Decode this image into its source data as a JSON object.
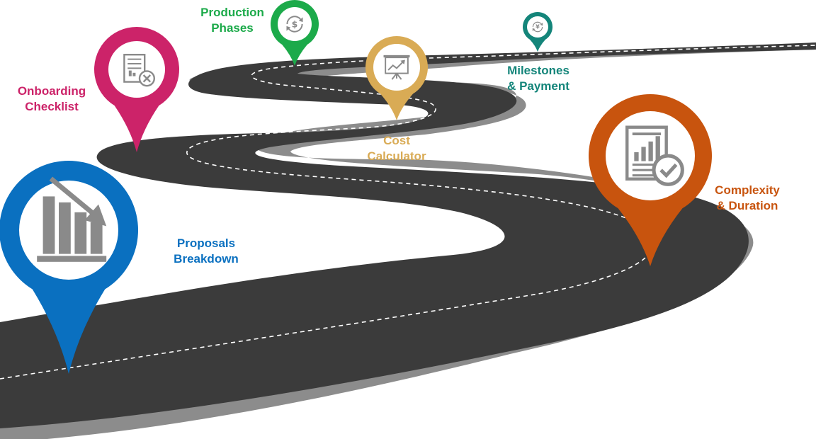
{
  "milestones": [
    {
      "id": "proposals",
      "line1": "Proposals",
      "line2": "Breakdown",
      "color": "#0A70C0",
      "icon": "declining-bar-chart-icon"
    },
    {
      "id": "onboarding",
      "line1": "Onboarding",
      "line2": "Checklist",
      "color": "#CC2369",
      "icon": "document-cancel-icon"
    },
    {
      "id": "production",
      "line1": "Production",
      "line2": "Phases",
      "color": "#1CAA4A",
      "icon": "dollar-cycle-icon"
    },
    {
      "id": "cost",
      "line1": "Cost",
      "line2": "Calculator",
      "color": "#D9AB55",
      "icon": "presentation-growth-icon"
    },
    {
      "id": "milestones",
      "line1": "Milestones",
      "line2": "& Payment",
      "color": "#14857A",
      "icon": "yen-cycle-icon"
    },
    {
      "id": "complexity",
      "line1": "Complexity",
      "line2": "& Duration",
      "color": "#C8540E",
      "icon": "report-approved-icon"
    }
  ],
  "colors": {
    "road": "#3B3B3B",
    "road_edge": "#8C8C8C",
    "lane_marking": "#FFFFFF",
    "icon_gray": "#8A8A8A"
  }
}
